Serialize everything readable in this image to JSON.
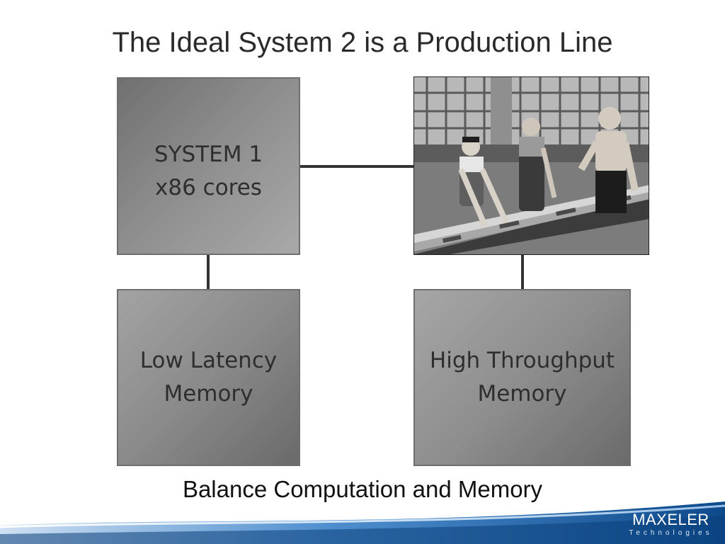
{
  "slide": {
    "title": "The Ideal System 2 is a Production Line",
    "caption": "Balance Computation and Memory"
  },
  "boxes": {
    "system1": {
      "line1": "SYSTEM 1",
      "line2": "x86 cores"
    },
    "low_latency": {
      "line1": "Low Latency",
      "line2": "Memory"
    },
    "high_throughput": {
      "line1": "High Throughput",
      "line2": "Memory"
    }
  },
  "logo": {
    "name": "MAXELER",
    "sub": "Technologies"
  },
  "colors": {
    "box_fill": "#8c8c8c",
    "connector": "#333333",
    "footer_wave": "#1a5fa8"
  }
}
